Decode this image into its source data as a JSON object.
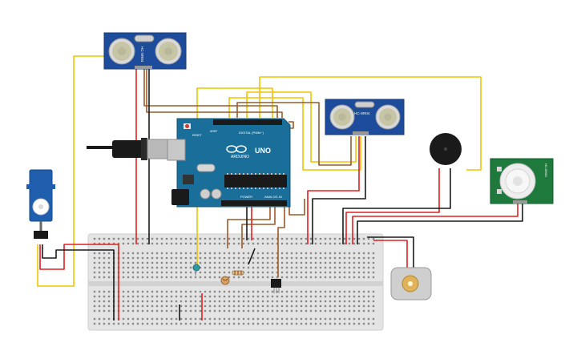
{
  "sensor_left": {
    "label": "HC-SR04"
  },
  "sensor_right": {
    "label": "HC-SR04"
  },
  "arduino": {
    "brand": "ARDUINO",
    "model": "UNO",
    "digital_label": "DIGITAL (PWM~)",
    "power_label": "POWER",
    "analog_label": "ANALOG IN",
    "reset_label": "RESET",
    "aref_label": "AREF"
  },
  "pir": {
    "label": "HC-SR501"
  },
  "colors": {
    "wire_red": "#e0201e",
    "wire_black": "#1a1a1a",
    "wire_yellow": "#f2c300",
    "wire_brown": "#9a5a2c",
    "arduino_board": "#1a6f9a",
    "sensor_board": "#1e4c9c",
    "pir_board": "#1d7a3c",
    "breadboard": "#e6e6e6"
  }
}
